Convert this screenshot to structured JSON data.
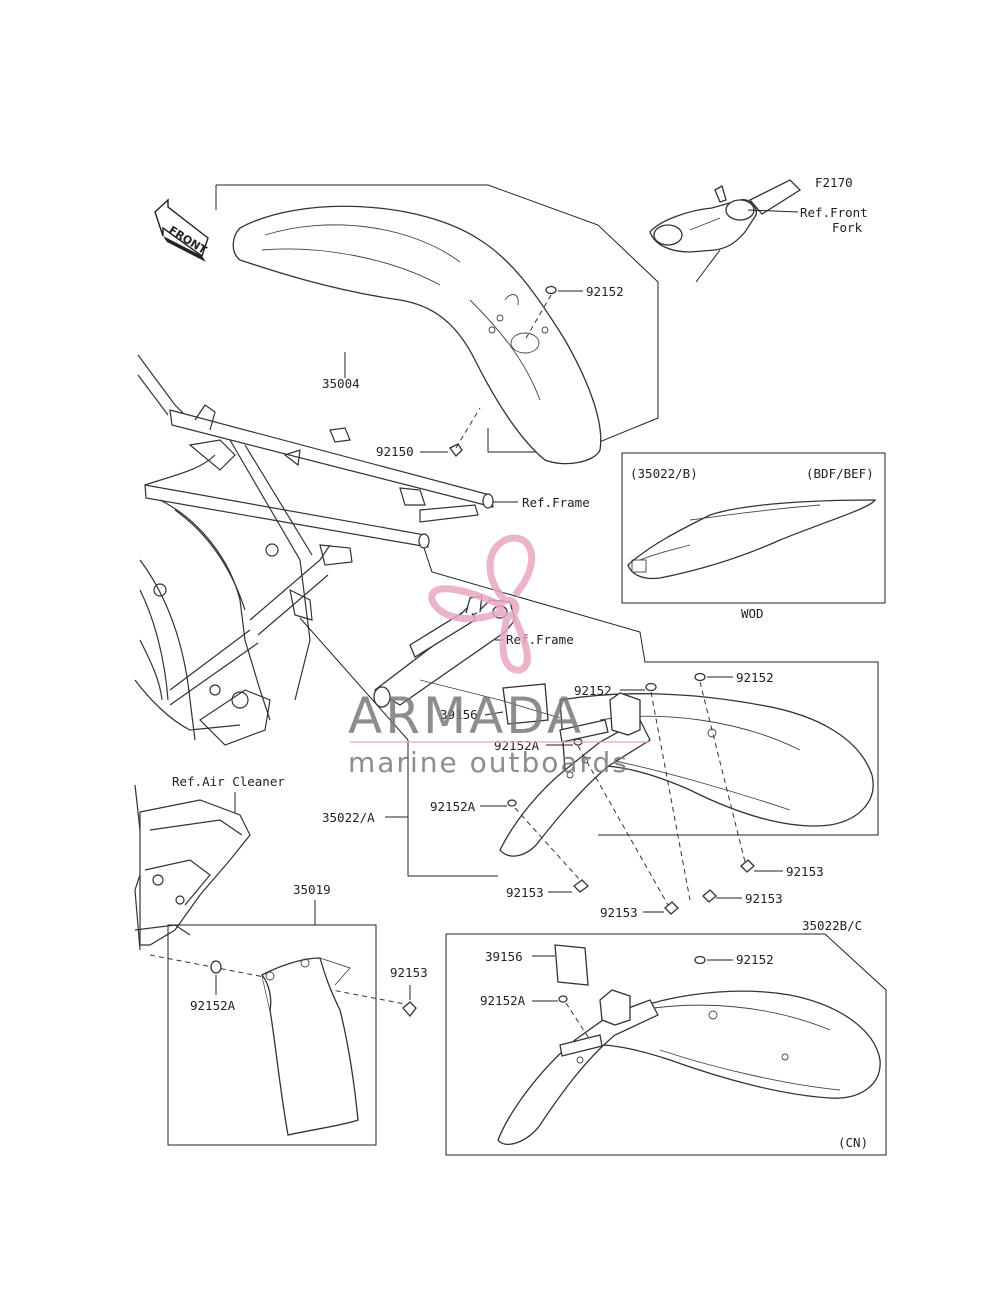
{
  "figure_code": "F2170",
  "front_arrow_label": "FRONT",
  "ref_labels": {
    "front_fork": [
      "Ref.Front",
      "Fork"
    ],
    "frame_upper": "Ref.Frame",
    "frame_lower": "Ref.Frame",
    "air_cleaner": "Ref.Air Cleaner"
  },
  "part_numbers": {
    "front_fender": "35004",
    "washer_fender": "92152",
    "bolt_fender": "92150",
    "rear_fender_a": "35022/A",
    "seal_a": "39156",
    "washer_a_1": "92152",
    "washer_a_2": "92152",
    "washer_a_3": "92152A",
    "washer_a_4": "92152A",
    "bolt_a_1": "92153",
    "bolt_a_2": "92153",
    "bolt_a_3": "92153",
    "bolt_a_4": "92153",
    "flap": "35019",
    "washer_flap": "92152A",
    "bolt_flap": "92153",
    "rear_fender_bc": "35022B/C",
    "seal_bc": "39156",
    "washer_bc_1": "92152",
    "washer_bc_2": "92152A"
  },
  "inset_b": {
    "part": "(35022/B)",
    "variant": "(BDF/BEF)",
    "note": "WOD"
  },
  "inset_bc_note": "(CN)",
  "watermark": {
    "brand": "ARMADA",
    "tagline": "marine outboards",
    "colors": {
      "logo": "#e8a6c4",
      "text": "#7a7a7a",
      "rule": "#e8a6c4"
    }
  }
}
